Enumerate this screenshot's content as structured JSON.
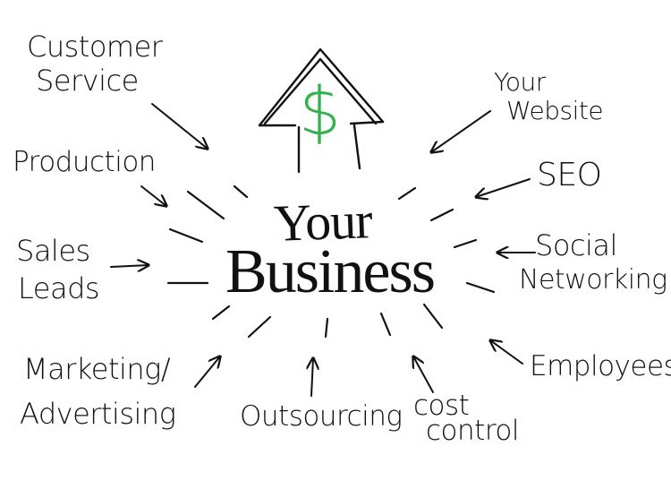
{
  "center": {
    "line1": "Your",
    "line2": "Business"
  },
  "arrow_symbol": "$",
  "colors": {
    "ink": "#111111",
    "dollar": "#2fb34a",
    "background": "#ffffff"
  },
  "nodes": {
    "customer_service": [
      "Customer",
      "Service"
    ],
    "production": "Production",
    "sales_leads": [
      "Sales",
      "Leads"
    ],
    "marketing": [
      "Marketing/",
      "Advertising"
    ],
    "outsourcing": "Outsourcing",
    "cost_control": [
      "cost",
      "control"
    ],
    "employees": "Employees",
    "social_networking": [
      "Social",
      "Networking"
    ],
    "seo": "SEO",
    "your_website": [
      "Your",
      "Website"
    ]
  }
}
